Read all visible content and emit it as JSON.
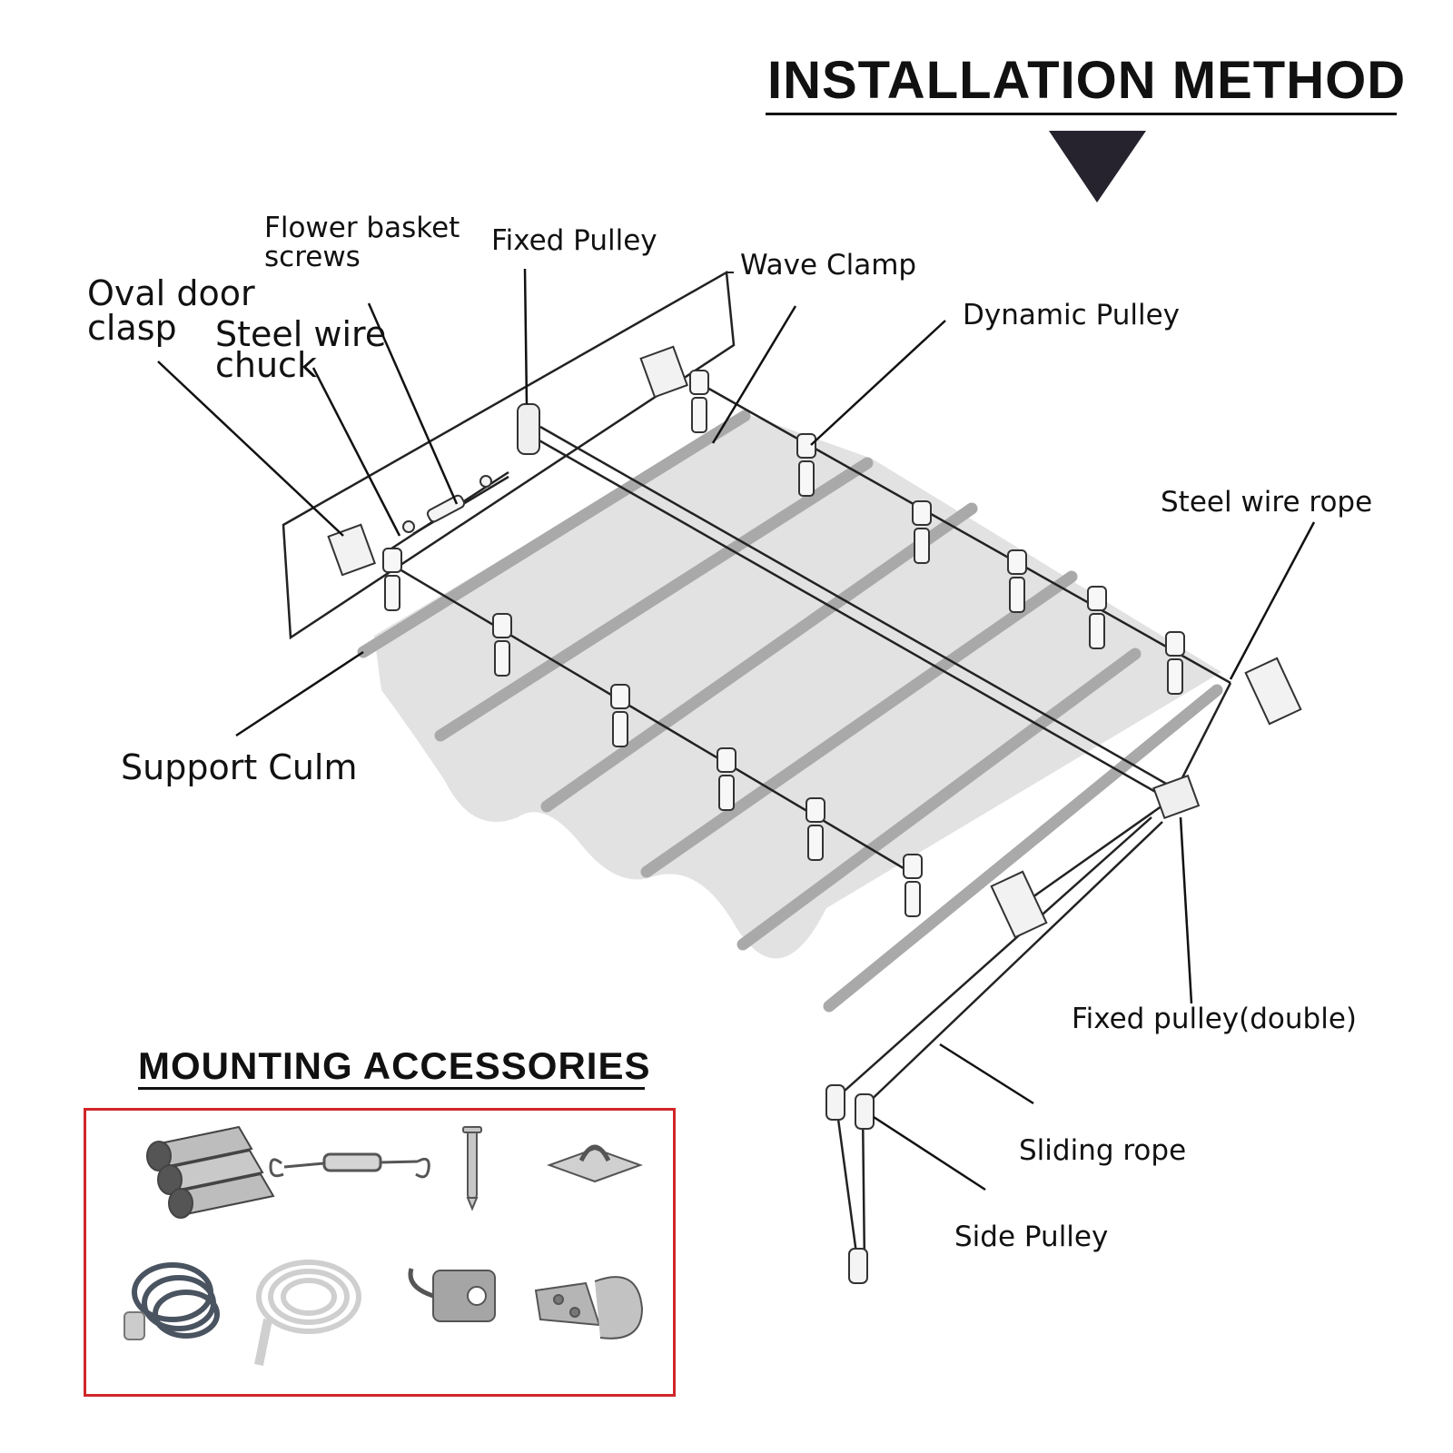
{
  "titles": {
    "installation": "INSTALLATION METHOD",
    "mounting": "MOUNTING ACCESSORIES"
  },
  "labels": {
    "flower_basket_1": "Flower basket",
    "flower_basket_2": "screws",
    "fixed_pulley": "Fixed Pulley",
    "wave_clamp": "Wave Clamp",
    "oval_door_1": "Oval door",
    "oval_door_2": "clasp",
    "steel_chuck_1": "Steel wire",
    "steel_chuck_2": "chuck",
    "dynamic_pulley": "Dynamic Pulley",
    "steel_wire_rope": "Steel wire rope",
    "support_culm": "Support Culm",
    "fixed_pulley_double": "Fixed pulley(double)",
    "sliding_rope": "Sliding rope",
    "side_pulley": "Side Pulley"
  },
  "colors": {
    "accent_border": "#d0262a",
    "triangle": "#26232e",
    "canopy": "#e2e2e2",
    "rod": "#a9a9a9"
  },
  "icons": {
    "accessory_1": "steel-tubes-icon",
    "accessory_2": "turnbuckle-icon",
    "accessory_3": "screw-icon",
    "accessory_4": "pad-eye-icon",
    "accessory_5": "wire-coil-icon",
    "accessory_6": "sliding-tape-icon",
    "accessory_7": "swivel-pulley-icon",
    "accessory_8": "pipe-clamp-icon"
  }
}
